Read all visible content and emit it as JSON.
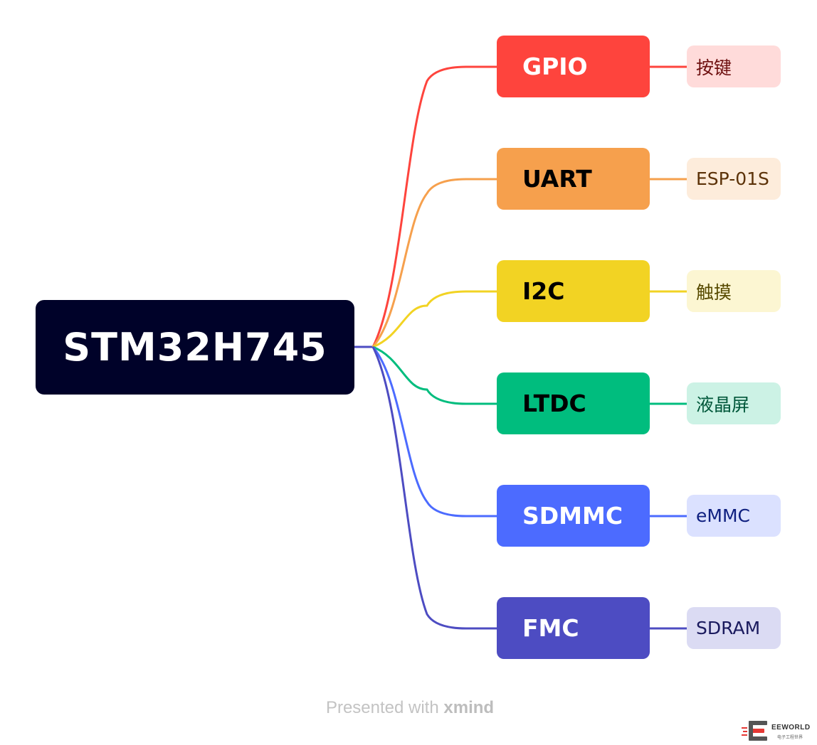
{
  "root": {
    "label": "STM32H745"
  },
  "branches": [
    {
      "label": "GPIO",
      "leaf": "按键",
      "color": "#fe443d",
      "text_color": "#ffffff",
      "leaf_bg": "#ffdbda",
      "leaf_text": "#6e1010"
    },
    {
      "label": "UART",
      "leaf": "ESP-01S",
      "color": "#f6a04d",
      "text_color": "#000000",
      "leaf_bg": "#fdecdb",
      "leaf_text": "#5c3208"
    },
    {
      "label": "I2C",
      "leaf": "触摸",
      "color": "#f2d323",
      "text_color": "#000000",
      "leaf_bg": "#fcf6d2",
      "leaf_text": "#574a00"
    },
    {
      "label": "LTDC",
      "leaf": "液晶屏",
      "color": "#00bd7e",
      "text_color": "#000000",
      "leaf_bg": "#ccf2e5",
      "leaf_text": "#00573a"
    },
    {
      "label": "SDMMC",
      "leaf": "eMMC",
      "color": "#4c6bff",
      "text_color": "#ffffff",
      "leaf_bg": "#dbe1ff",
      "leaf_text": "#0f2080"
    },
    {
      "label": "FMC",
      "leaf": "SDRAM",
      "color": "#4d4cc2",
      "text_color": "#ffffff",
      "leaf_bg": "#dbdbf3",
      "leaf_text": "#1a1a5e"
    }
  ],
  "footer": {
    "prefix": "Presented with",
    "brand": "xmind"
  },
  "watermark": {
    "name": "EEWORLD",
    "subtitle": "电子工程世界"
  }
}
